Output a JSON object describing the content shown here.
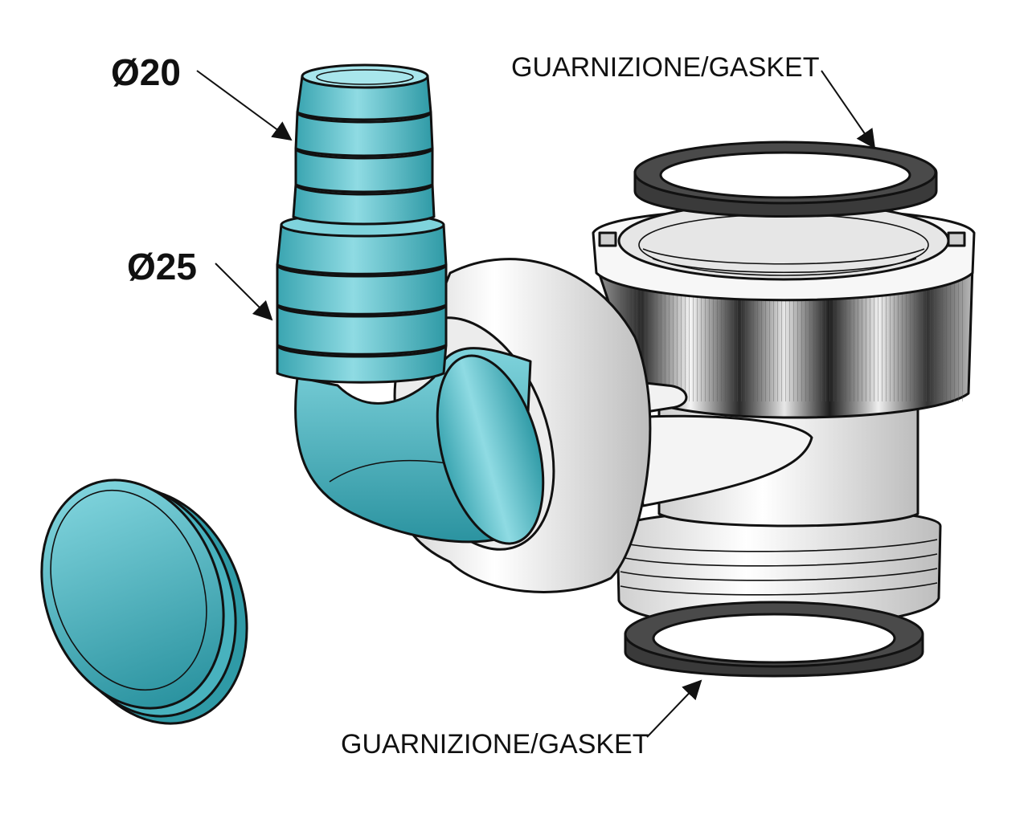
{
  "labels": {
    "small_diameter": "Ø20",
    "large_diameter": "Ø25",
    "gasket_top": "GUARNIZIONE/GASKET",
    "gasket_bottom": "GUARNIZIONE/GASKET"
  },
  "colors": {
    "teal_fitting": "#5cc3cf",
    "teal_shadow": "#2f9aa6",
    "white_body": "#f2f2f2",
    "gasket": "#3a3a3a",
    "outline": "#111111"
  }
}
